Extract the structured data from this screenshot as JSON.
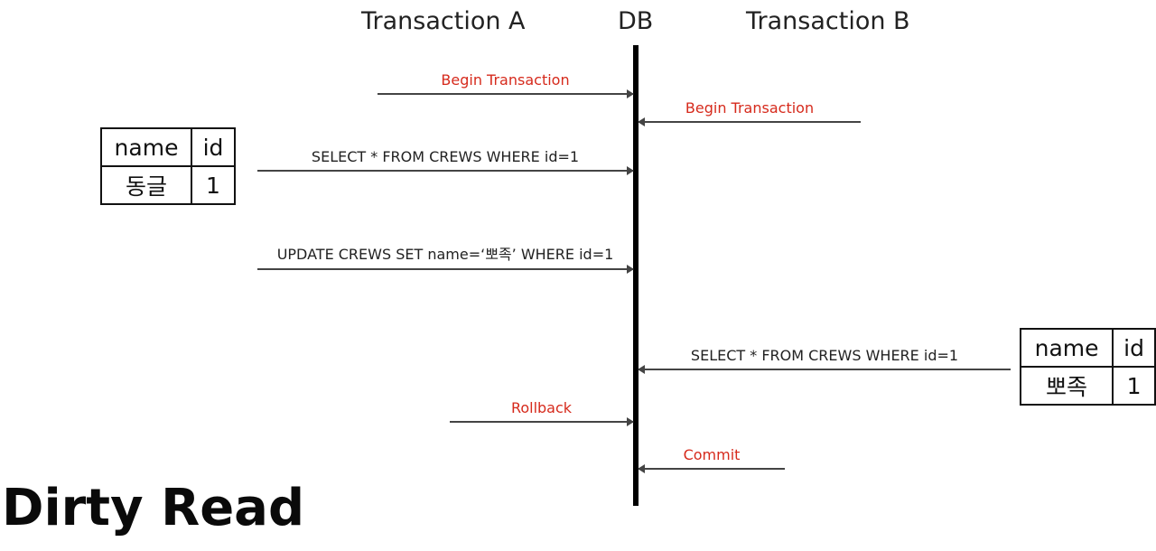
{
  "headers": {
    "transaction_a": "Transaction A",
    "db": "DB",
    "transaction_b": "Transaction B"
  },
  "messages": {
    "a_begin": "Begin Transaction",
    "b_begin": "Begin Transaction",
    "a_select": "SELECT * FROM CREWS WHERE id=1",
    "a_update": "UPDATE CREWS SET name=‘뽀족’ WHERE id=1",
    "b_select": "SELECT * FROM CREWS WHERE id=1",
    "a_rollback": "Rollback",
    "b_commit": "Commit"
  },
  "result_a": {
    "columns": [
      "name",
      "id"
    ],
    "row": [
      "동글",
      "1"
    ]
  },
  "result_b": {
    "columns": [
      "name",
      "id"
    ],
    "row": [
      "뽀족",
      "1"
    ]
  },
  "title": "Dirty Read",
  "colors": {
    "accent_red": "#d62a1c",
    "line": "#000000"
  }
}
